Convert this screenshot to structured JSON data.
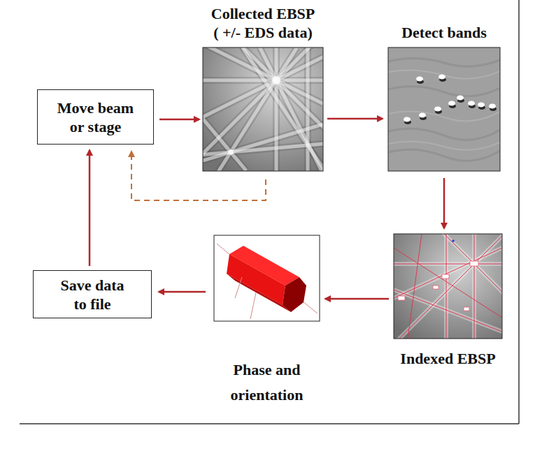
{
  "diagram": {
    "nodes": [
      {
        "text": [
          "Move beam or stage"
        ]
      },
      {
        "text": [
          "Collected EBSP ( +/- EDS data)"
        ]
      },
      {
        "text": [
          "Detect bands"
        ]
      },
      {
        "text": [
          "Indexed EBSP"
        ]
      },
      {
        "text": [
          "Phase and orientation"
        ]
      },
      {
        "text": [
          "Save data to file"
        ]
      }
    ],
    "edges": [
      {
        "from": 0,
        "to": 1,
        "arrow": "to"
      },
      {
        "from": 1,
        "to": 2,
        "arrow": "to"
      },
      {
        "from": 2,
        "to": 3,
        "arrow": "to"
      },
      {
        "from": 3,
        "to": 4,
        "arrow": "to"
      },
      {
        "from": 4,
        "to": 5,
        "arrow": "to"
      },
      {
        "from": 5,
        "to": 0,
        "arrow": "to"
      },
      {
        "from": 1,
        "to": 0,
        "arrow": "to"
      }
    ]
  }
}
